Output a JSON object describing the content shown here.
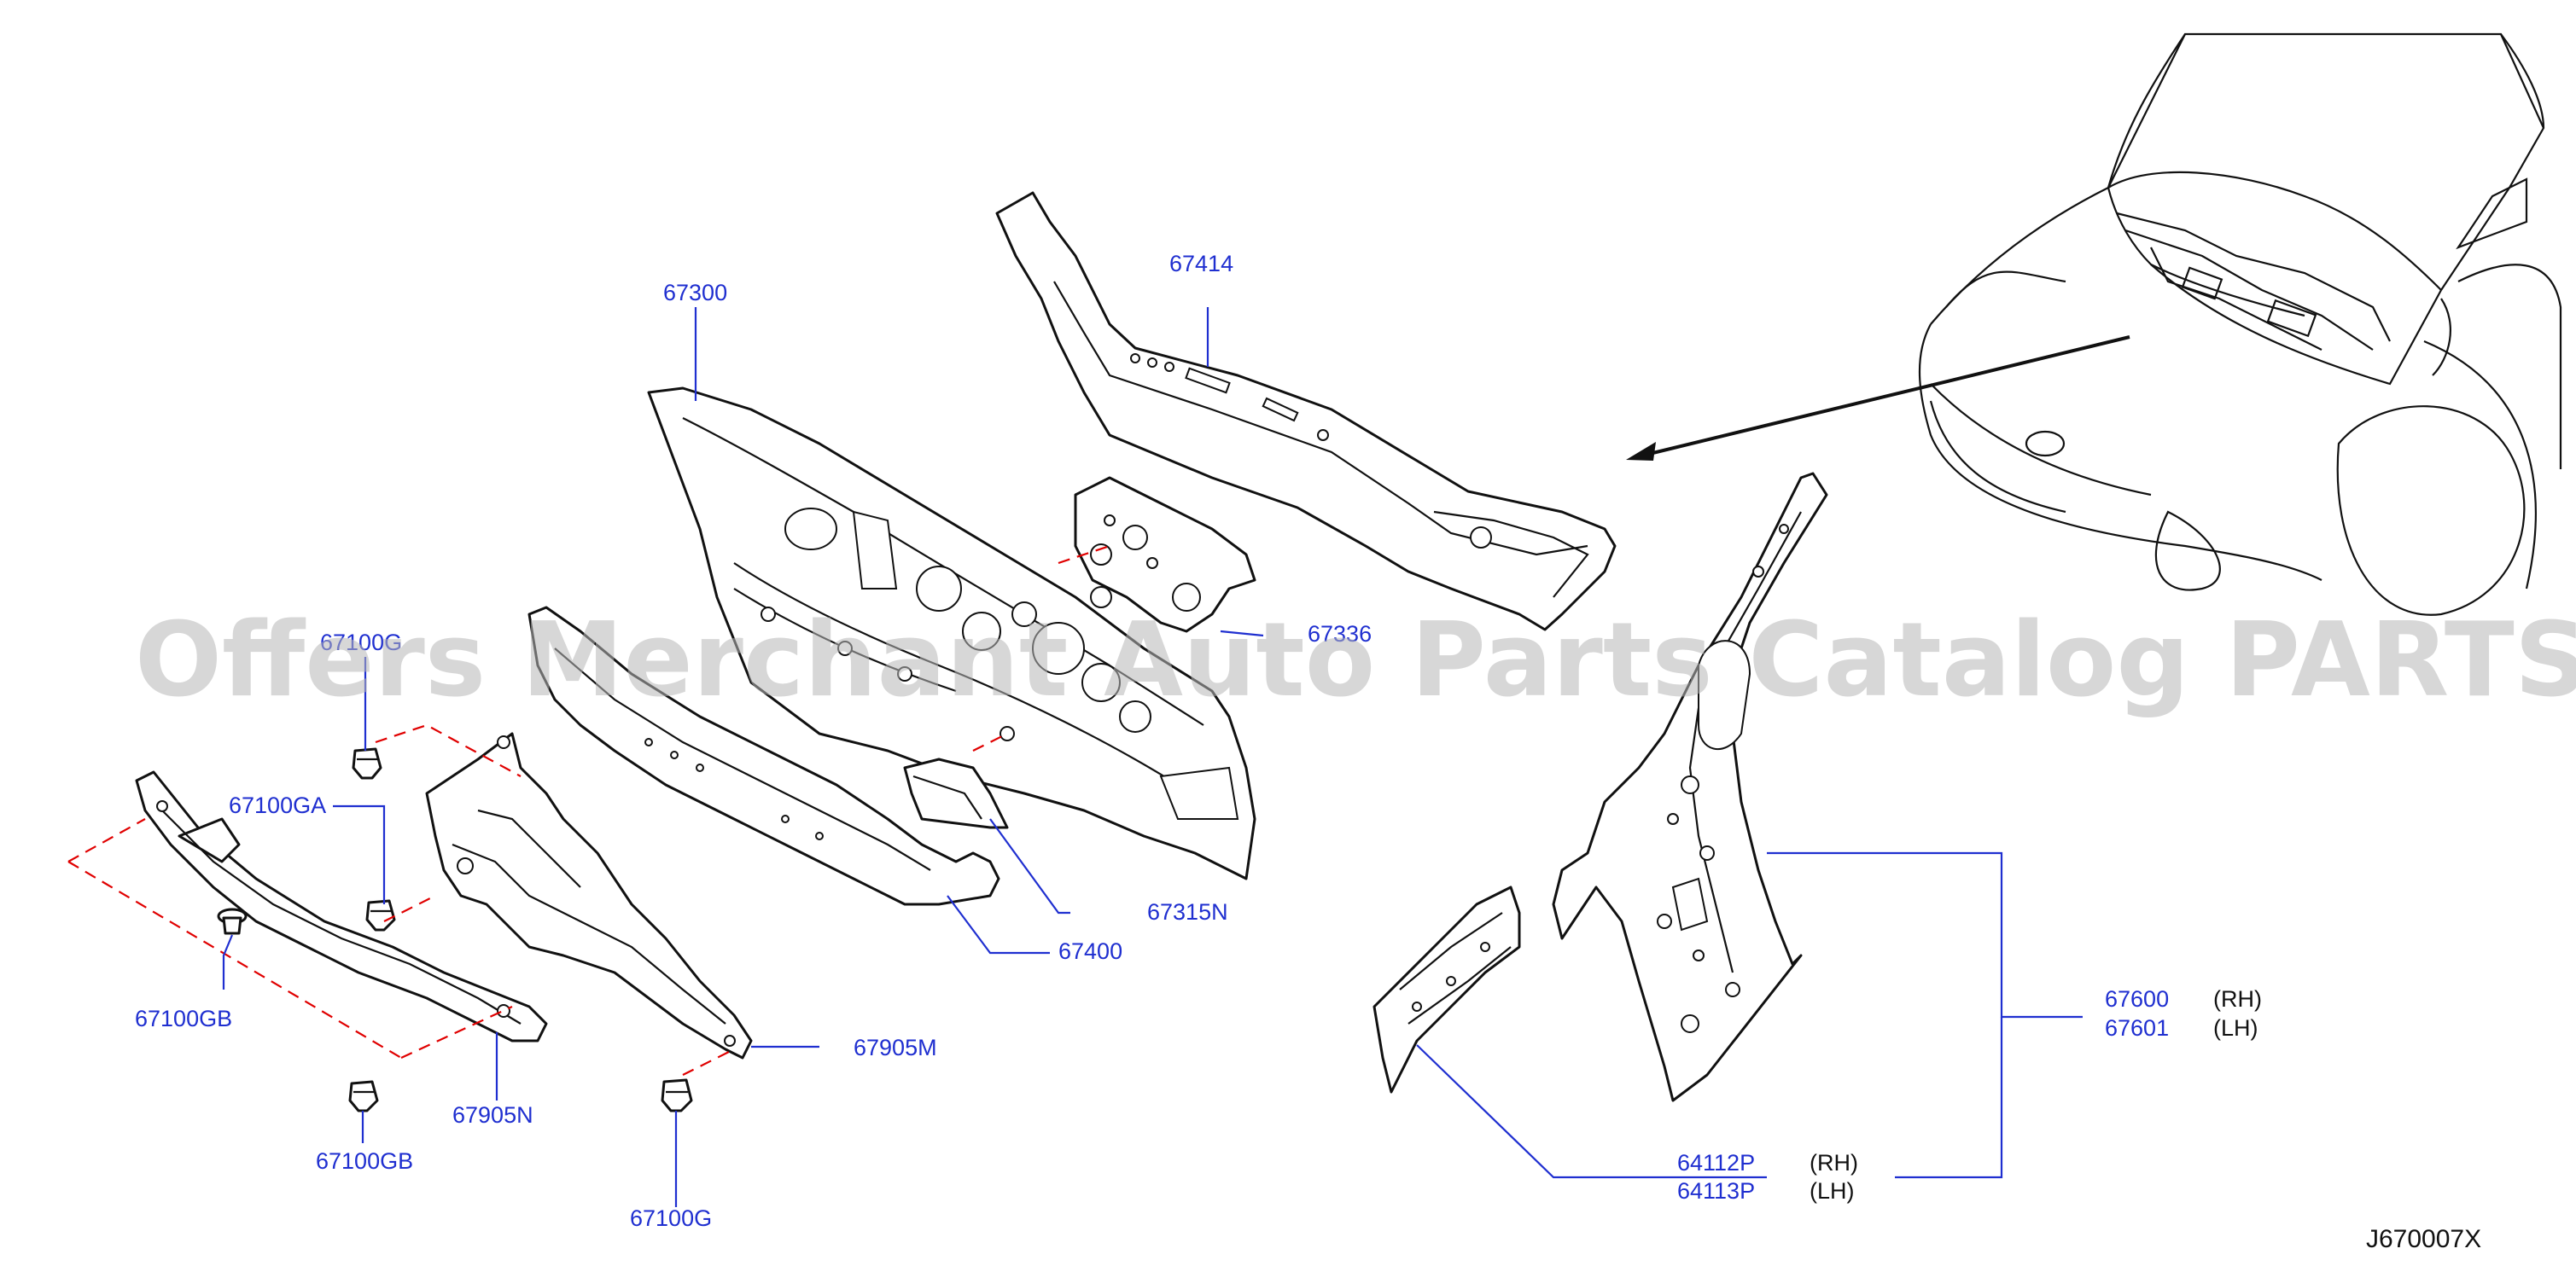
{
  "diagram": {
    "watermark": "Offers Merchant Auto Parts Catalog PARTSTORE.SA",
    "diagram_code": "J670007X",
    "colors": {
      "part_number": "#1f2fd0",
      "leader": "#1f2fd0",
      "dashed_guide": "#e00000",
      "outline": "#111111"
    },
    "labels": {
      "p67414": "67414",
      "p67300": "67300",
      "p67336": "67336",
      "p67100g_top": "67100G",
      "p67100ga": "67100GA",
      "p67315n": "67315N",
      "p67400": "67400",
      "p67100gb_left": "67100GB",
      "p67905m": "67905M",
      "p67905n": "67905N",
      "p67100gb_bottom": "67100GB",
      "p67100g_bottom": "67100G",
      "p67600": "67600",
      "p67600_side": "(RH)",
      "p67601": "67601",
      "p67601_side": "(LH)",
      "p64112p": "64112P",
      "p64112p_side": "(RH)",
      "p64113p": "64113P",
      "p64113p_side": "(LH)"
    }
  }
}
